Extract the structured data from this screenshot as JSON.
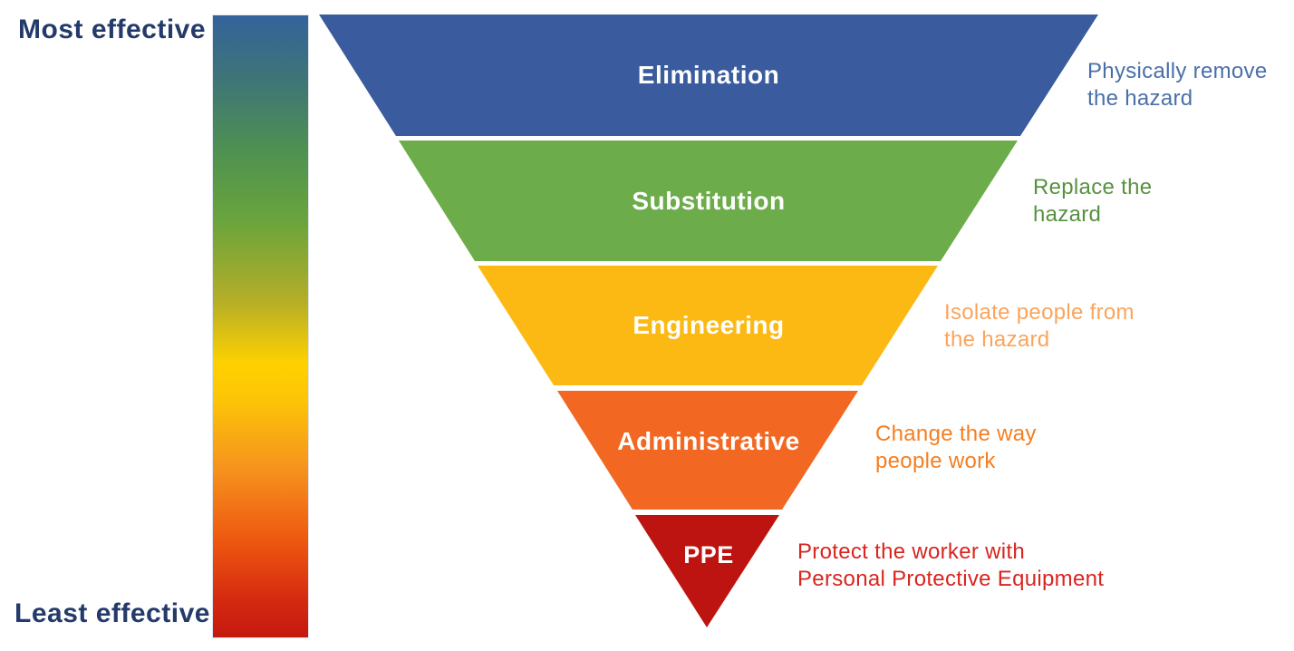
{
  "effectiveness_scale": {
    "most_label": "Most effective",
    "least_label": "Least effective",
    "label_color": "#233A6B",
    "gradient_stops": [
      {
        "color": "#33639B",
        "pos": "0%"
      },
      {
        "color": "#3E7478",
        "pos": "10%"
      },
      {
        "color": "#4F9151",
        "pos": "22%"
      },
      {
        "color": "#69A43C",
        "pos": "33%"
      },
      {
        "color": "#B5AE27",
        "pos": "46%"
      },
      {
        "color": "#FFD100",
        "pos": "56%"
      },
      {
        "color": "#FCC407",
        "pos": "62%"
      },
      {
        "color": "#F6921E",
        "pos": "73%"
      },
      {
        "color": "#EE5A10",
        "pos": "84%"
      },
      {
        "color": "#D52A10",
        "pos": "94%"
      },
      {
        "color": "#C4190F",
        "pos": "100%"
      }
    ]
  },
  "pyramid": {
    "label_color": "#FFFFFF",
    "levels": [
      {
        "label": "Elimination",
        "band_color": "#3A5C9E",
        "description": "Physically remove\nthe hazard",
        "description_color": "#4A6FA8"
      },
      {
        "label": "Substitution",
        "band_color": "#6DAC4A",
        "description": "Replace the\nhazard",
        "description_color": "#579140"
      },
      {
        "label": "Engineering",
        "band_color": "#FDB913",
        "description": "Isolate people from\nthe hazard",
        "description_color": "#FBA45C"
      },
      {
        "label": "Administrative",
        "band_color": "#F26822",
        "description": "Change the way\npeople work",
        "description_color": "#F57E20"
      },
      {
        "label": "PPE",
        "band_color": "#BE1411",
        "description": "Protect the worker with\nPersonal Protective Equipment",
        "description_color": "#D9251F"
      }
    ]
  }
}
